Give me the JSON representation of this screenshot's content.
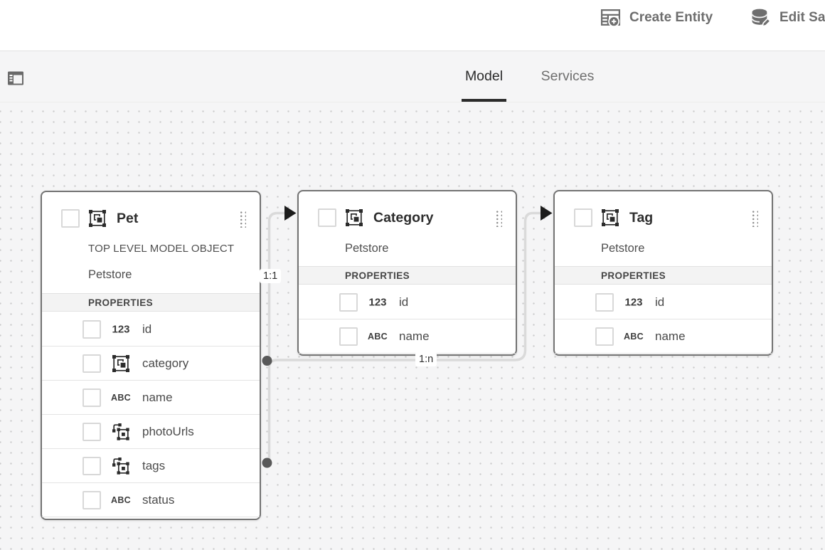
{
  "toolbar": {
    "buttons": [
      {
        "label": "Create Entity",
        "icon": "table-add-icon"
      },
      {
        "label": "Edit Sa",
        "icon": "database-edit-icon"
      }
    ]
  },
  "tabs": [
    {
      "label": "Model",
      "active": true
    },
    {
      "label": "Services",
      "active": false
    }
  ],
  "type_badges": {
    "number": "123",
    "string": "ABC"
  },
  "canvas": {
    "entities": [
      {
        "name": "Pet",
        "subtitle": "TOP LEVEL MODEL OBJECT",
        "source": "Petstore",
        "properties_header": "PROPERTIES",
        "properties": [
          {
            "name": "id",
            "type": "number"
          },
          {
            "name": "category",
            "type": "object"
          },
          {
            "name": "name",
            "type": "string"
          },
          {
            "name": "photoUrls",
            "type": "array"
          },
          {
            "name": "tags",
            "type": "array"
          },
          {
            "name": "status",
            "type": "string"
          }
        ]
      },
      {
        "name": "Category",
        "source": "Petstore",
        "properties_header": "PROPERTIES",
        "properties": [
          {
            "name": "id",
            "type": "number"
          },
          {
            "name": "name",
            "type": "string"
          }
        ]
      },
      {
        "name": "Tag",
        "source": "Petstore",
        "properties_header": "PROPERTIES",
        "properties": [
          {
            "name": "id",
            "type": "number"
          },
          {
            "name": "name",
            "type": "string"
          }
        ]
      }
    ],
    "connections": [
      {
        "label": "1:1",
        "from": "Pet.category",
        "to": "Category"
      },
      {
        "label": "1:n",
        "from": "Pet.tags",
        "to": "Tag"
      }
    ]
  },
  "colors": {
    "tab_underline": "#2b2b2b",
    "card_border": "#737373",
    "connector_line": "#dadada",
    "connector_arrow": "#1c1c1c",
    "connector_dot": "#595959"
  }
}
